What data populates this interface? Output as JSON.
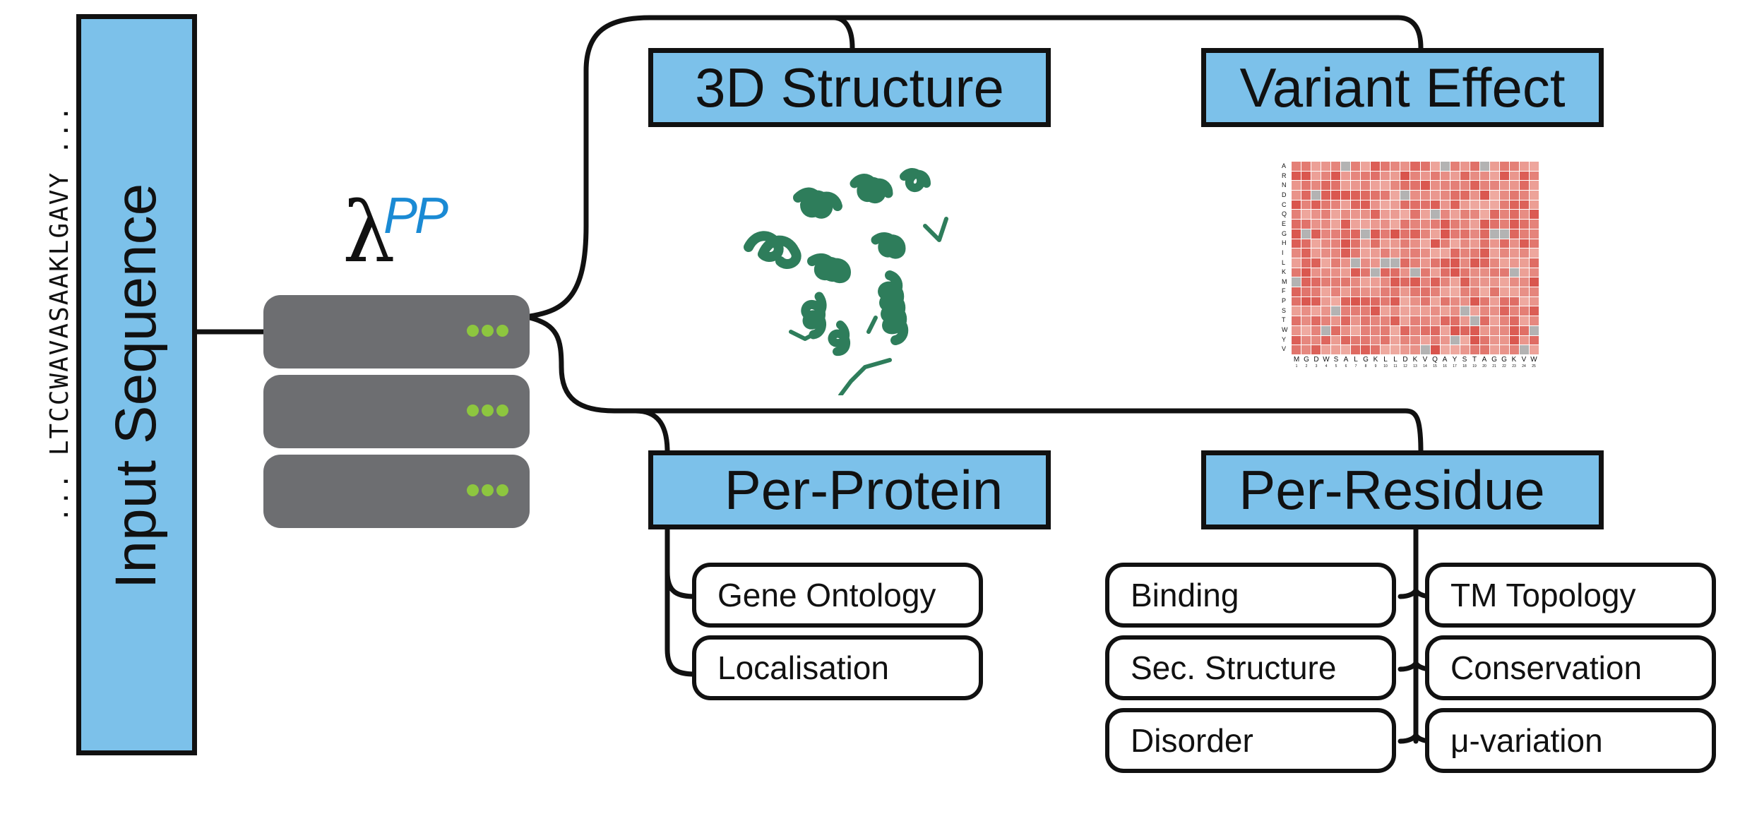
{
  "input": {
    "sequence": "... LTCCWAVASAAKLGAVY ...",
    "label": "Input Sequence"
  },
  "server": {
    "lambda": "λ",
    "superscript": "PP",
    "dot_color": "#8dc63f",
    "body_color": "#6d6e71"
  },
  "outputs": {
    "structure": {
      "title": "3D Structure"
    },
    "variant": {
      "title": "Variant Effect",
      "amino_acids": [
        "A",
        "R",
        "N",
        "D",
        "C",
        "Q",
        "E",
        "G",
        "H",
        "I",
        "L",
        "K",
        "M",
        "F",
        "P",
        "S",
        "T",
        "W",
        "Y",
        "V"
      ],
      "sequence": [
        "M",
        "G",
        "D",
        "W",
        "S",
        "A",
        "L",
        "G",
        "K",
        "L",
        "L",
        "D",
        "K",
        "V",
        "Q",
        "A",
        "Y",
        "S",
        "T",
        "A",
        "G",
        "G",
        "K",
        "V",
        "W"
      ]
    },
    "per_protein": {
      "title": "Per-Protein",
      "items": [
        "Gene Ontology",
        "Localisation"
      ]
    },
    "per_residue": {
      "title": "Per-Residue",
      "left_items": [
        "Binding",
        "Sec. Structure",
        "Disorder"
      ],
      "right_items": [
        "TM Topology",
        "Conservation",
        "μ-variation"
      ]
    }
  },
  "colors": {
    "box_fill": "#7cc1ea",
    "heatmap_low": "#f6c7bd",
    "heatmap_high": "#d9544c",
    "protein": "#2e7d5b",
    "accent_blue": "#1a8ad4"
  }
}
